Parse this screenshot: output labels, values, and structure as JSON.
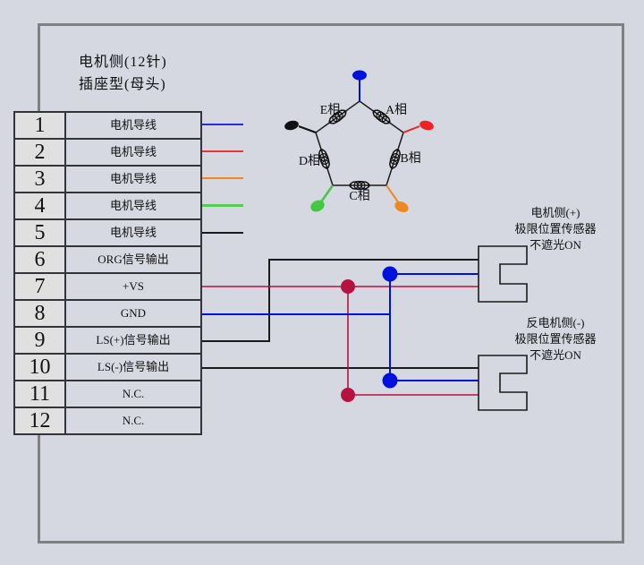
{
  "title": {
    "line1": "电机侧(12针)",
    "line2": "插座型(母头)"
  },
  "connector_table": {
    "rows": [
      {
        "pin": "1",
        "label": "电机导线",
        "wire_color": "#2a2ae0"
      },
      {
        "pin": "2",
        "label": "电机导线",
        "wire_color": "#ee3333"
      },
      {
        "pin": "3",
        "label": "电机导线",
        "wire_color": "#f08820"
      },
      {
        "pin": "4",
        "label": "电机导线",
        "wire_color": "#55cc55"
      },
      {
        "pin": "5",
        "label": "电机导线",
        "wire_color": "#1a1a1a"
      },
      {
        "pin": "6",
        "label": "ORG信号输出"
      },
      {
        "pin": "7",
        "label": "+VS"
      },
      {
        "pin": "8",
        "label": "GND"
      },
      {
        "pin": "9",
        "label": "LS(+)信号输出"
      },
      {
        "pin": "10",
        "label": "LS(-)信号输出"
      },
      {
        "pin": "11",
        "label": "N.C."
      },
      {
        "pin": "12",
        "label": "N.C."
      }
    ]
  },
  "motor_diagram": {
    "phases": [
      {
        "label": "A相"
      },
      {
        "label": "B相"
      },
      {
        "label": "C相"
      },
      {
        "label": "D相"
      },
      {
        "label": "E相"
      }
    ],
    "lead_colors": {
      "top": "#0010dd",
      "right": "#ee2222",
      "bottom_right": "#f08820",
      "bottom_left": "#44c844",
      "left": "#111111"
    }
  },
  "sensors": [
    {
      "line1": "电机侧(+)",
      "line2": "极限位置传感器",
      "line3": "不遮光ON"
    },
    {
      "line1": "反电机侧(-)",
      "line2": "极限位置传感器",
      "line3": "不遮光ON"
    }
  ],
  "colors": {
    "background": "#d5d7e1",
    "frame": "#7e8084",
    "wire_black": "#1a1a1a",
    "wire_blue": "#0010dd",
    "wire_crimson": "#b5123f",
    "outline_black": "#1c1c1c"
  }
}
